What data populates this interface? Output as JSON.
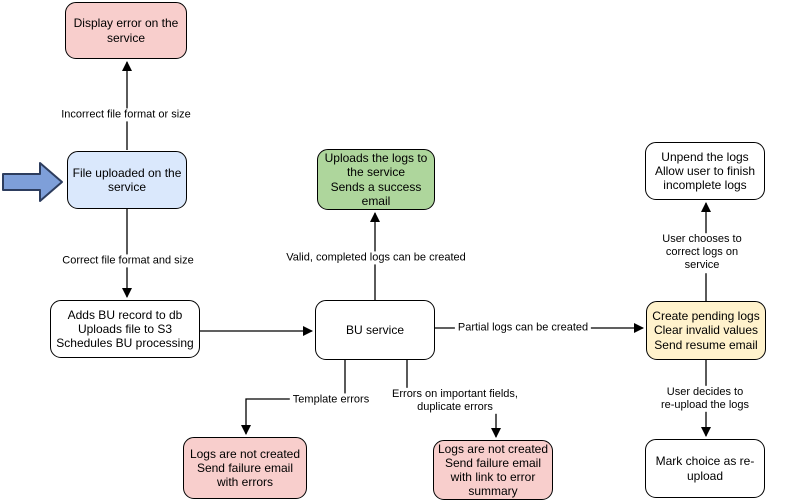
{
  "diagram": {
    "title_hint": "BU file upload processing flowchart",
    "colors": {
      "background": "#ffffff",
      "node_stroke": "#000000",
      "pink": "#f8cecc",
      "blue": "#dae8fc",
      "green": "#aed69c",
      "yellow": "#fff2cc",
      "white": "#ffffff",
      "start_arrow_fill": "#7e9fd9",
      "start_arrow_stroke": "#2d3d5e",
      "edge_color": "#000000"
    },
    "nodes": [
      {
        "id": "display-error",
        "label": "Display error on the\nservice",
        "fill": "#f8cecc"
      },
      {
        "id": "file-uploaded",
        "label": "File uploaded on the\nservice",
        "fill": "#dae8fc"
      },
      {
        "id": "adds-bu-record",
        "label": "Adds BU record to db\nUploads file to S3\nSchedules BU processing",
        "fill": "#ffffff"
      },
      {
        "id": "uploads-logs-success",
        "label": "Uploads the logs to\nthe service\nSends a success\nemail",
        "fill": "#aed69c"
      },
      {
        "id": "bu-service",
        "label": "BU service",
        "fill": "#ffffff"
      },
      {
        "id": "unpend-logs",
        "label": "Unpend the logs\nAllow user to finish\nincomplete logs",
        "fill": "#ffffff"
      },
      {
        "id": "create-pending-logs",
        "label": "Create pending logs\nClear invalid values\nSend resume email",
        "fill": "#fff2cc"
      },
      {
        "id": "logs-not-created-errors",
        "label": "Logs are not created\nSend failure email\nwith errors",
        "fill": "#f8cecc"
      },
      {
        "id": "logs-not-created-summary",
        "label": "Logs are not created\nSend failure email\nwith link to error\nsummary",
        "fill": "#f8cecc"
      },
      {
        "id": "mark-reupload",
        "label": "Mark choice as re-\nupload",
        "fill": "#ffffff"
      }
    ],
    "labels": {
      "incorrect": "Incorrect file format or size",
      "correct": "Correct file format and size",
      "valid": "Valid, completed logs can be created",
      "partial": "Partial logs can be created",
      "template": "Template errors",
      "important": "Errors on important fields,\nduplicate errors",
      "user_chooses": "User chooses to correct logs on service",
      "user_decides": "User decides to re-upload the logs"
    }
  }
}
